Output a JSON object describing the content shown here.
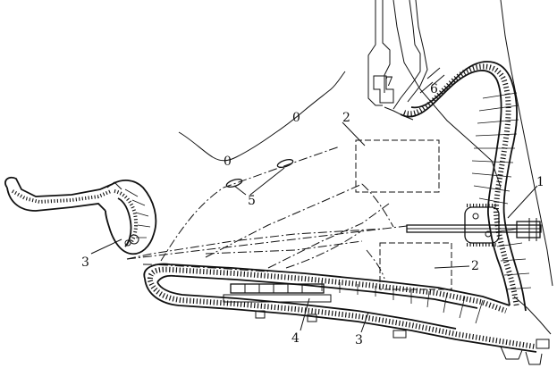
{
  "labels": {
    "l1": "1",
    "l2a": "2",
    "l2b": "2",
    "l3a": "3",
    "l3b": "3",
    "l4": "4",
    "l5": "5",
    "l6": "6",
    "l7": "7"
  },
  "contour_labels": {
    "c1": "0",
    "c2": "0"
  },
  "colors": {
    "ink": "#111111",
    "paper": "#ffffff"
  }
}
